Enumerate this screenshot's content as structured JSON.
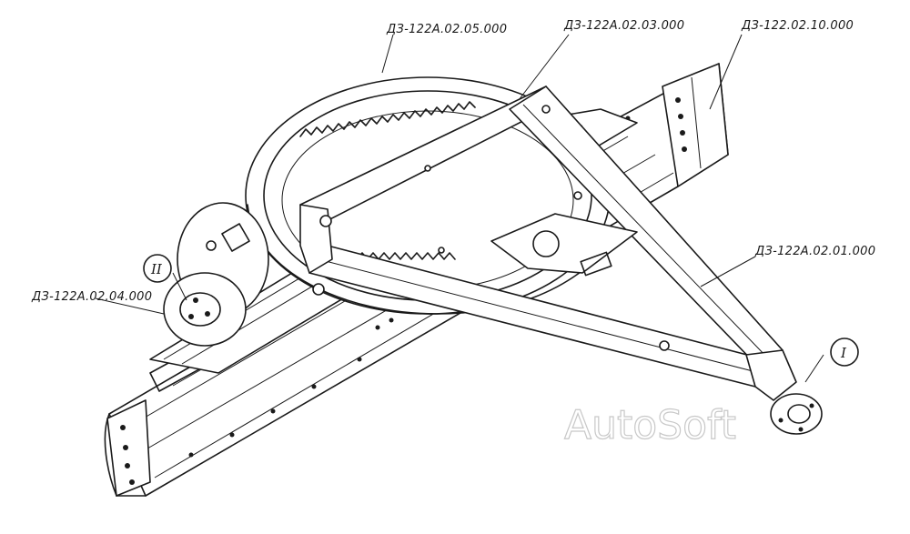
{
  "labels": {
    "part_02_05": "ДЗ-122А.02.05.000",
    "part_02_03": "ДЗ-122А.02.03.000",
    "part_02_10": "ДЗ-122.02.10.000",
    "part_02_01": "ДЗ-122А.02.01.000",
    "part_02_04": "ДЗ-122А.02.04.000"
  },
  "callouts": {
    "detail_1": "I",
    "detail_2": "II"
  },
  "watermark": "AutoSoft"
}
